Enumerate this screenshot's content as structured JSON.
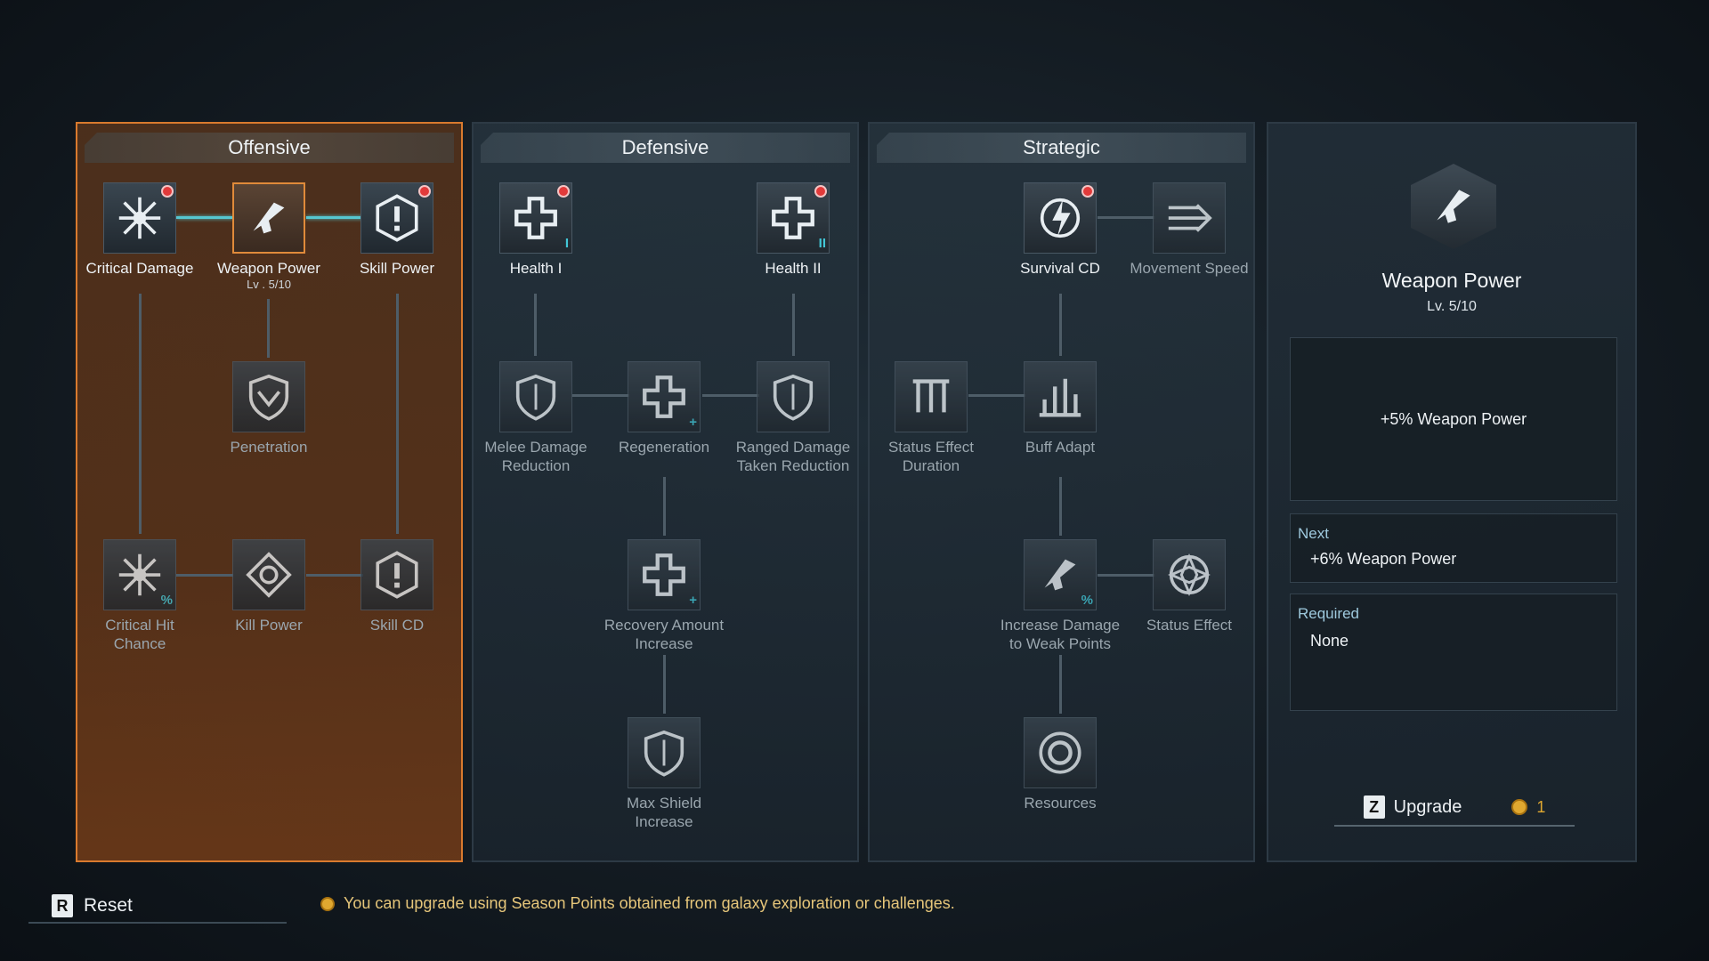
{
  "panels": {
    "offensive": "Offensive",
    "defensive": "Defensive",
    "strategic": "Strategic"
  },
  "nodes": {
    "critical_damage": {
      "label": "Critical Damage",
      "icon": "burst-icon"
    },
    "weapon_power": {
      "label": "Weapon Power",
      "level": "Lv . 5/10",
      "icon": "weapon-icon"
    },
    "skill_power": {
      "label": "Skill Power",
      "icon": "alert-shield-icon"
    },
    "penetration": {
      "label": "Penetration",
      "icon": "shield-emblem-icon"
    },
    "critical_hit_chance": {
      "label": "Critical Hit",
      "label2": "Chance",
      "icon": "burst-icon"
    },
    "kill_power": {
      "label": "Kill Power",
      "icon": "diamond-target-icon"
    },
    "skill_cd": {
      "label": "Skill CD",
      "icon": "alert-shield-icon"
    },
    "health_1": {
      "label": "Health I",
      "icon": "cross-icon"
    },
    "health_2": {
      "label": "Health II",
      "icon": "cross-icon"
    },
    "melee_damage_reduction": {
      "label": "Melee Damage",
      "label2": "Reduction",
      "icon": "shield-icon"
    },
    "regeneration": {
      "label": "Regeneration",
      "icon": "cross-plus-icon"
    },
    "ranged_damage_taken_reduction": {
      "label": "Ranged Damage",
      "label2": "Taken Reduction",
      "icon": "shield-icon"
    },
    "recovery_amount_increase": {
      "label": "Recovery Amount",
      "label2": "Increase",
      "icon": "cross-plus-icon"
    },
    "max_shield_increase": {
      "label": "Max Shield",
      "label2": "Increase",
      "icon": "shield-icon"
    },
    "survival_cd": {
      "label": "Survival CD",
      "icon": "bolt-icon"
    },
    "movement_speed": {
      "label": "Movement Speed",
      "icon": "arrow-speed-icon"
    },
    "status_effect_duration": {
      "label": "Status Effect",
      "label2": "Duration",
      "icon": "pillars-icon"
    },
    "buff_adapt": {
      "label": "Buff Adapt",
      "icon": "bars-icon"
    },
    "increase_damage_weak_points": {
      "label": "Increase Damage",
      "label2": "to Weak Points",
      "icon": "weapon-icon"
    },
    "status_effect": {
      "label": "Status Effect",
      "icon": "atom-icon"
    },
    "resources": {
      "label": "Resources",
      "icon": "ring-icon"
    }
  },
  "detail": {
    "title": "Weapon Power",
    "level": "Lv. 5/10",
    "current_effect": "+5% Weapon Power",
    "next_label": "Next",
    "next_value": "+6% Weapon Power",
    "required_label": "Required",
    "required_value": "None",
    "upgrade_key": "Z",
    "upgrade_label": "Upgrade",
    "upgrade_cost": "1"
  },
  "footer": {
    "reset_key": "R",
    "reset_label": "Reset",
    "hint": "You can upgrade using Season Points obtained from galaxy exploration or challenges."
  },
  "colors": {
    "accent": "#d97a2e",
    "cyan": "#56c6d0",
    "alert": "#e23a3a",
    "coin": "#e0a830"
  }
}
